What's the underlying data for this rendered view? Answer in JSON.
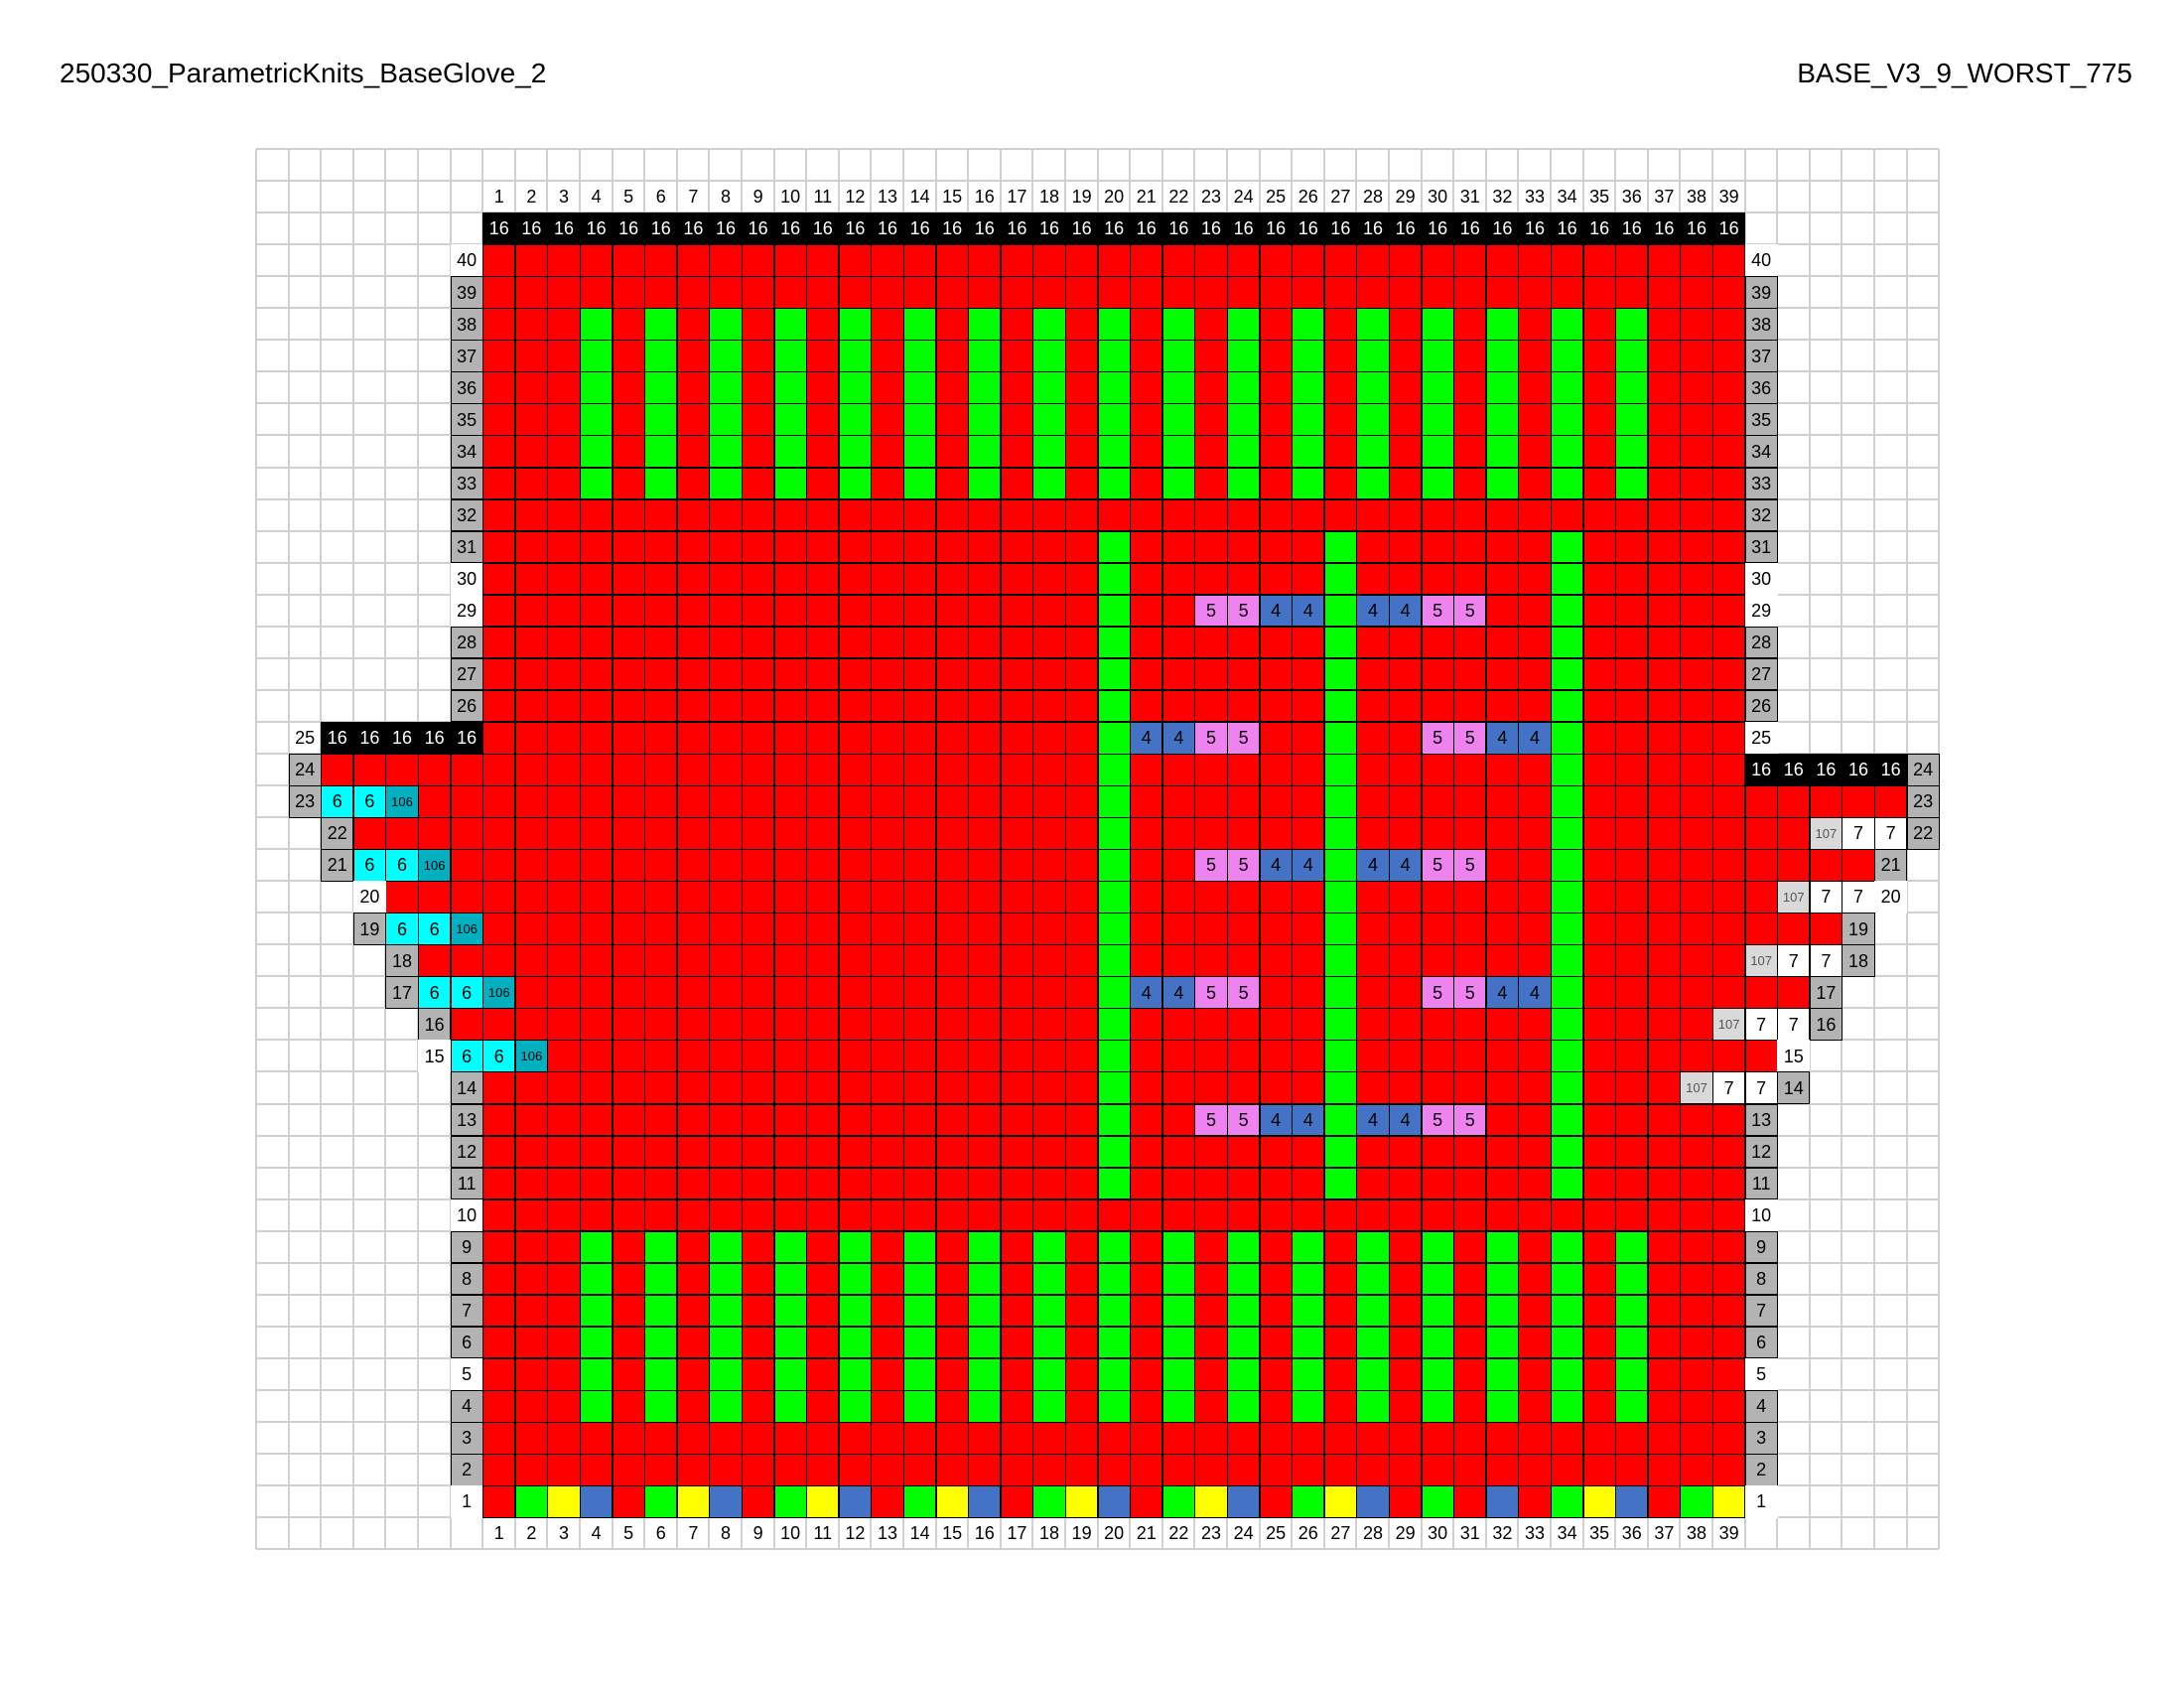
{
  "header": {
    "left_title": "250330_ParametricKnits_BaseGlove_2",
    "right_title": "BASE_V3_9_WORST_775"
  },
  "legend_colors": {
    "red": "#ff0000",
    "green": "#00ff00",
    "yellow": "#ffff00",
    "blue": "#4472c4",
    "pink": "#ee82ee",
    "cyan": "#00ffff",
    "teal": "#00b0c0",
    "black": "#000000",
    "gray": "#b3b3b3",
    "lightgray": "#d9d9d9",
    "white": "#ffffff"
  },
  "chart": {
    "columns": 39,
    "rows": 40,
    "column_labels": [
      "1",
      "2",
      "3",
      "4",
      "5",
      "6",
      "7",
      "8",
      "9",
      "10",
      "11",
      "12",
      "13",
      "14",
      "15",
      "16",
      "17",
      "18",
      "19",
      "20",
      "21",
      "22",
      "23",
      "24",
      "25",
      "26",
      "27",
      "28",
      "29",
      "30",
      "31",
      "32",
      "33",
      "34",
      "35",
      "36",
      "37",
      "38",
      "39"
    ],
    "row_labels": [
      "40",
      "39",
      "38",
      "37",
      "36",
      "35",
      "34",
      "33",
      "32",
      "31",
      "30",
      "29",
      "28",
      "27",
      "26",
      "25",
      "24",
      "23",
      "22",
      "21",
      "20",
      "19",
      "18",
      "17",
      "16",
      "15",
      "14",
      "13",
      "12",
      "11",
      "10",
      "9",
      "8",
      "7",
      "6",
      "5",
      "4",
      "3",
      "2",
      "1"
    ],
    "top_code": "16",
    "body_color": "red",
    "rib_columns": [
      4,
      6,
      8,
      10,
      12,
      14,
      16,
      18,
      20,
      22,
      24,
      26,
      28,
      30,
      32,
      34,
      36
    ],
    "top_rib_rows": [
      33,
      34,
      35,
      36,
      37,
      38
    ],
    "bottom_rib_rows": [
      4,
      5,
      6,
      7,
      8,
      9
    ],
    "vertical_stripes": [
      {
        "column": 20,
        "from_row": 11,
        "to_row": 31
      },
      {
        "column": 27,
        "from_row": 11,
        "to_row": 31
      },
      {
        "column": 34,
        "from_row": 11,
        "to_row": 31
      }
    ],
    "row1_colors": [
      "red",
      "green",
      "yellow",
      "blue",
      "red",
      "green",
      "yellow",
      "blue",
      "red",
      "green",
      "yellow",
      "blue",
      "red",
      "green",
      "yellow",
      "blue",
      "red",
      "green",
      "yellow",
      "blue",
      "red",
      "green",
      "yellow",
      "blue",
      "red",
      "green",
      "yellow",
      "blue",
      "red",
      "green",
      "red",
      "blue",
      "red",
      "green",
      "yellow",
      "blue",
      "red",
      "green",
      "yellow"
    ],
    "motif_rows_a": [
      29,
      21,
      13
    ],
    "motif_a": [
      {
        "column": 23,
        "code": "5",
        "color": "pink"
      },
      {
        "column": 24,
        "code": "5",
        "color": "pink"
      },
      {
        "column": 25,
        "code": "4",
        "color": "blue"
      },
      {
        "column": 26,
        "code": "4",
        "color": "blue"
      },
      {
        "column": 28,
        "code": "4",
        "color": "blue"
      },
      {
        "column": 29,
        "code": "4",
        "color": "blue"
      },
      {
        "column": 30,
        "code": "5",
        "color": "pink"
      },
      {
        "column": 31,
        "code": "5",
        "color": "pink"
      }
    ],
    "motif_rows_b": [
      25,
      17
    ],
    "motif_b": [
      {
        "column": 21,
        "code": "4",
        "color": "blue"
      },
      {
        "column": 22,
        "code": "4",
        "color": "blue"
      },
      {
        "column": 23,
        "code": "5",
        "color": "pink"
      },
      {
        "column": 24,
        "code": "5",
        "color": "pink"
      },
      {
        "column": 30,
        "code": "5",
        "color": "pink"
      },
      {
        "column": 31,
        "code": "5",
        "color": "pink"
      },
      {
        "column": 32,
        "code": "4",
        "color": "blue"
      },
      {
        "column": 33,
        "code": "4",
        "color": "blue"
      }
    ],
    "left_extension": {
      "top_row": 25,
      "top_code": "16",
      "rows": [
        {
          "row": 24,
          "extra_columns": 5,
          "label_style": "gray"
        },
        {
          "row": 23,
          "extra_columns": 5,
          "label_style": "gray",
          "codes": [
            "6",
            "6",
            "106"
          ]
        },
        {
          "row": 22,
          "extra_columns": 4,
          "label_style": "gray"
        },
        {
          "row": 21,
          "extra_columns": 4,
          "label_style": "gray",
          "codes": [
            "6",
            "6",
            "106"
          ]
        },
        {
          "row": 20,
          "extra_columns": 3,
          "label_style": "white"
        },
        {
          "row": 19,
          "extra_columns": 3,
          "label_style": "gray",
          "codes": [
            "6",
            "6",
            "106"
          ]
        },
        {
          "row": 18,
          "extra_columns": 2,
          "label_style": "gray"
        },
        {
          "row": 17,
          "extra_columns": 2,
          "label_style": "gray",
          "codes": [
            "6",
            "6",
            "106"
          ]
        },
        {
          "row": 16,
          "extra_columns": 1,
          "label_style": "gray"
        },
        {
          "row": 15,
          "extra_columns": 1,
          "label_style": "white",
          "codes": [
            "6",
            "6",
            "106"
          ]
        }
      ]
    },
    "right_extension": {
      "top_row": 24,
      "top_code": "16",
      "rows": [
        {
          "row": 23,
          "extra_columns": 5,
          "label_style": "gray"
        },
        {
          "row": 22,
          "extra_columns": 5,
          "label_style": "gray",
          "codes": [
            "107",
            "7",
            "7"
          ]
        },
        {
          "row": 21,
          "extra_columns": 4,
          "label_style": "gray"
        },
        {
          "row": 20,
          "extra_columns": 4,
          "label_style": "white",
          "codes": [
            "107",
            "7",
            "7"
          ]
        },
        {
          "row": 19,
          "extra_columns": 3,
          "label_style": "gray"
        },
        {
          "row": 18,
          "extra_columns": 3,
          "label_style": "gray",
          "codes": [
            "107",
            "7",
            "7"
          ]
        },
        {
          "row": 17,
          "extra_columns": 2,
          "label_style": "gray"
        },
        {
          "row": 16,
          "extra_columns": 2,
          "label_style": "gray",
          "codes": [
            "107",
            "7",
            "7"
          ]
        },
        {
          "row": 15,
          "extra_columns": 1,
          "label_style": "white"
        },
        {
          "row": 14,
          "extra_columns": 1,
          "label_style": "gray",
          "codes": [
            "107",
            "7",
            "7"
          ]
        }
      ]
    },
    "gray_row_labels": [
      39,
      38,
      37,
      36,
      35,
      34,
      33,
      32,
      31,
      28,
      27,
      26,
      14,
      13,
      12,
      11,
      9,
      8,
      7,
      6,
      4,
      3,
      2
    ],
    "white_row_labels": [
      40,
      30,
      29,
      25,
      10,
      5,
      1
    ]
  }
}
